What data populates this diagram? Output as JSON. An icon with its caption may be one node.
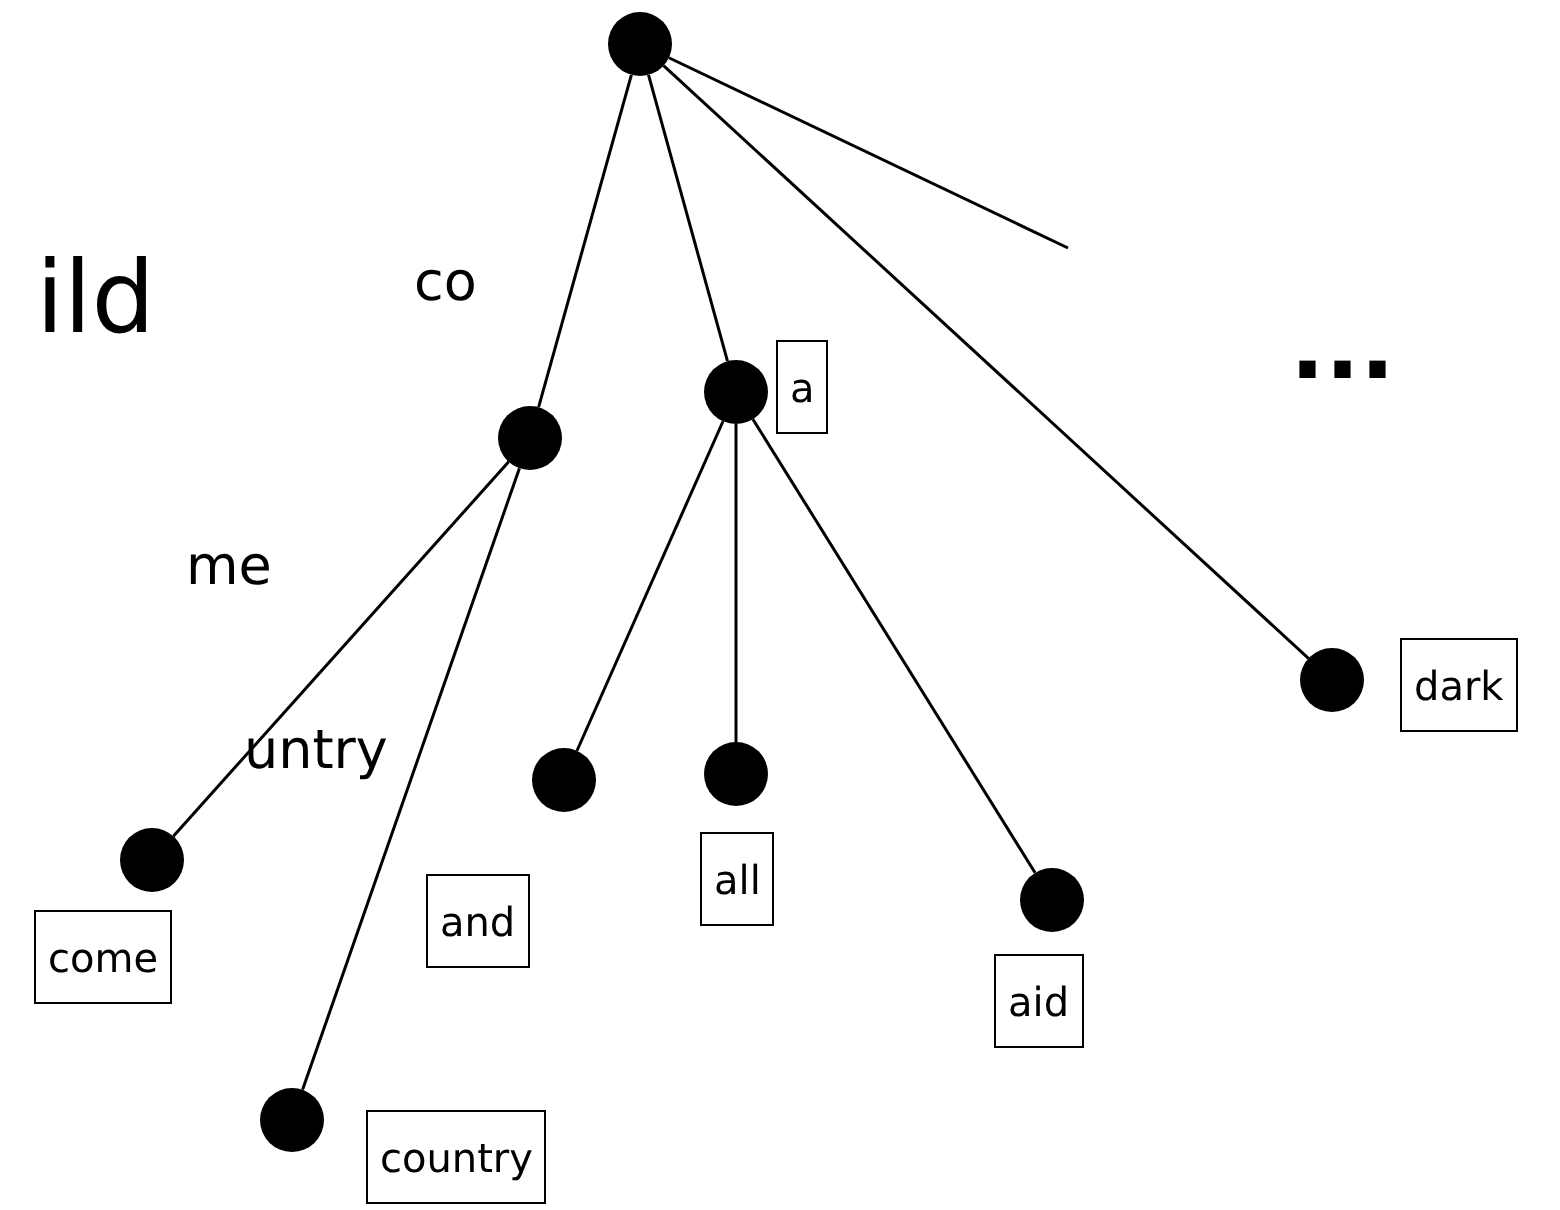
{
  "diagram": {
    "nodes": [
      {
        "text": [],
        "shape": "circle"
      },
      {
        "text": [],
        "shape": "circle"
      },
      {
        "text": [],
        "shape": "circle",
        "beside": [
          "a"
        ]
      },
      {
        "text": [],
        "shape": "circle",
        "beside": [
          "come"
        ]
      },
      {
        "text": [],
        "shape": "circle",
        "beside": [
          "country"
        ]
      },
      {
        "text": [],
        "shape": "circle",
        "beside": [
          "and"
        ]
      },
      {
        "text": [],
        "shape": "circle",
        "beside": [
          "all"
        ]
      },
      {
        "text": [],
        "shape": "circle",
        "beside": [
          "aid"
        ]
      },
      {
        "text": [],
        "shape": "circle",
        "beside": [
          "dark"
        ]
      }
    ],
    "edges": [
      {
        "from": 0,
        "to": 1,
        "arrow": "none",
        "label": "co"
      },
      {
        "from": 0,
        "to": 2,
        "arrow": "none"
      },
      {
        "from": 0,
        "to": 8,
        "arrow": "none"
      },
      {
        "from": 0,
        "to": null,
        "arrow": "none"
      },
      {
        "from": 1,
        "to": 3,
        "arrow": "none",
        "label": "me"
      },
      {
        "from": 1,
        "to": 4,
        "arrow": "none",
        "label": "untry"
      },
      {
        "from": 2,
        "to": 5,
        "arrow": "none"
      },
      {
        "from": 2,
        "to": 6,
        "arrow": "none"
      },
      {
        "from": 2,
        "to": 7,
        "arrow": "none"
      }
    ],
    "labels": [
      "ild",
      "..."
    ]
  }
}
